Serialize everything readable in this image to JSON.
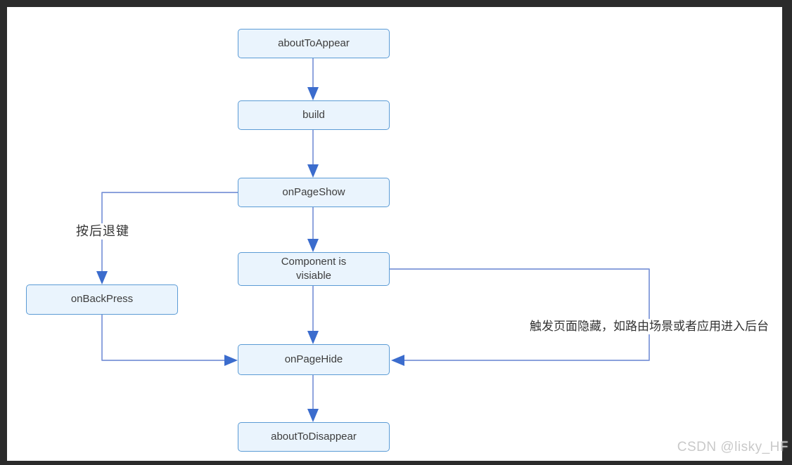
{
  "diagram": {
    "nodes": [
      {
        "id": "aboutToAppear",
        "label": "aboutToAppear"
      },
      {
        "id": "build",
        "label": "build"
      },
      {
        "id": "onPageShow",
        "label": "onPageShow"
      },
      {
        "id": "componentVisible",
        "label": "Component is\nvisiable"
      },
      {
        "id": "onBackPress",
        "label": "onBackPress"
      },
      {
        "id": "onPageHide",
        "label": "onPageHide"
      },
      {
        "id": "aboutToDisappear",
        "label": "aboutToDisappear"
      }
    ],
    "edges": [
      {
        "from": "aboutToAppear",
        "to": "build"
      },
      {
        "from": "build",
        "to": "onPageShow"
      },
      {
        "from": "onPageShow",
        "to": "componentVisible"
      },
      {
        "from": "componentVisible",
        "to": "onPageHide"
      },
      {
        "from": "onPageShow",
        "to": "onBackPress",
        "label": "按后退键"
      },
      {
        "from": "onBackPress",
        "to": "onPageHide"
      },
      {
        "from": "componentVisible",
        "to": "onPageHide",
        "label": "触发页面隐藏，如路由场景或者应用进入后台"
      },
      {
        "from": "onPageHide",
        "to": "aboutToDisappear"
      }
    ],
    "edge_labels": {
      "back_key": "按后退键",
      "hide_trigger": "触发页面隐藏，如路由场景或者应用进入后台"
    }
  },
  "watermark": "CSDN @lisky_HF",
  "colors": {
    "frame_bg": "#2b2b2b",
    "canvas_bg": "#ffffff",
    "node_fill": "#eaf4fd",
    "node_border": "#5b9bd5",
    "connector": "#7b94d8",
    "arrowhead": "#3b6ccd",
    "label_text": "#3d3d3d",
    "edge_text": "#333333",
    "watermark": "#c9c9c9"
  }
}
